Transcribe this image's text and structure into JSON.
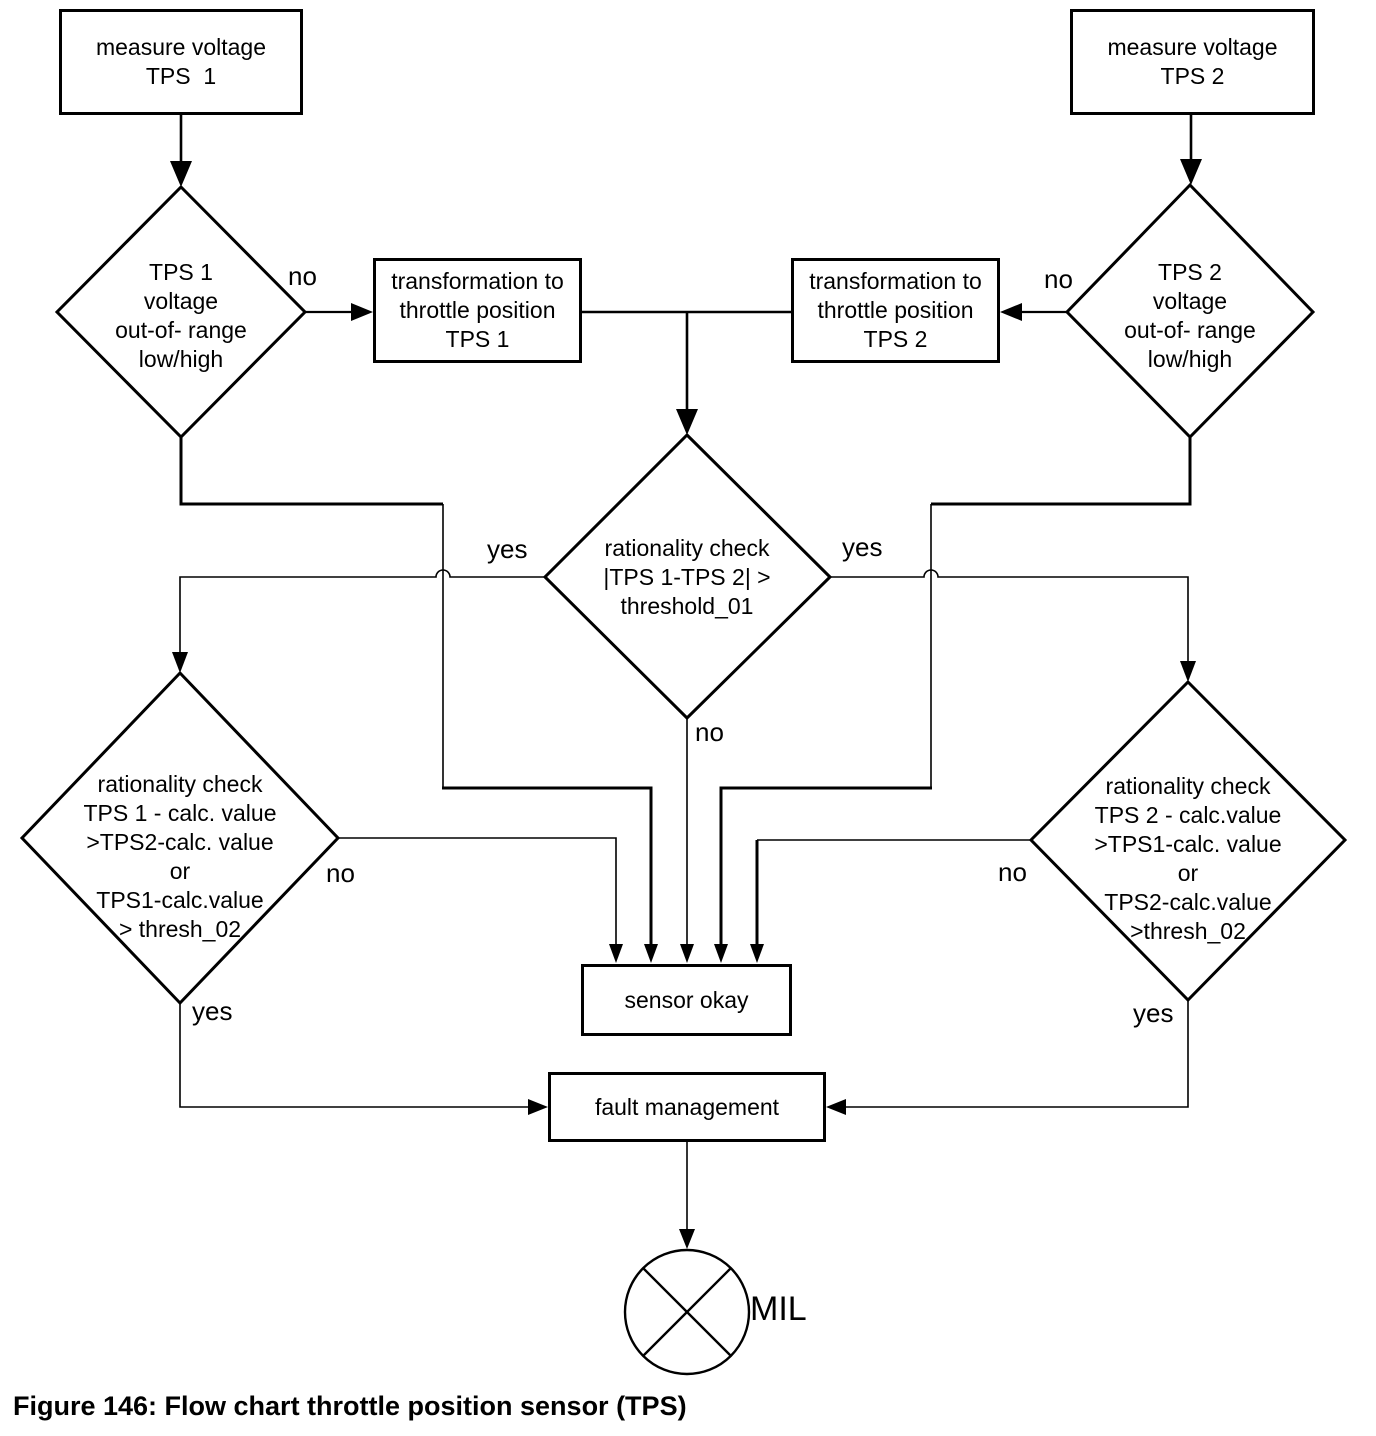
{
  "figure": {
    "caption": "Figure 146: Flow chart throttle position sensor (TPS)"
  },
  "colors": {
    "stroke": "#000000",
    "background": "#ffffff"
  },
  "icons": {
    "mil_lamp": "circle-with-diagonal-cross"
  },
  "nodes": {
    "measure_tps1": {
      "label": "measure voltage\nTPS  1"
    },
    "measure_tps2": {
      "label": "measure voltage\nTPS 2"
    },
    "oor_tps1": {
      "label": "TPS 1\nvoltage\nout-of- range\nlow/high"
    },
    "oor_tps2": {
      "label": "TPS 2\nvoltage\nout-of- range\nlow/high"
    },
    "transform_tps1": {
      "label": "transformation to\nthrottle position\nTPS 1"
    },
    "transform_tps2": {
      "label": "transformation to\nthrottle position\nTPS 2"
    },
    "rationality_diff": {
      "label": "rationality check\n|TPS 1-TPS 2| >\nthreshold_01"
    },
    "rationality_tps1": {
      "label": "rationality check\nTPS 1 - calc. value\n>TPS2-calc. value\nor\nTPS1-calc.value\n> thresh_02"
    },
    "rationality_tps2": {
      "label": "rationality check\nTPS 2 - calc.value\n>TPS1-calc. value\nor\nTPS2-calc.value\n>thresh_02"
    },
    "sensor_okay": {
      "label": "sensor okay"
    },
    "fault_management": {
      "label": "fault management"
    },
    "mil": {
      "label": "MIL"
    }
  },
  "edge_labels": {
    "oor1_no": "no",
    "oor2_no": "no",
    "rat_left_yes": "yes",
    "rat_right_yes": "yes",
    "rat_no": "no",
    "rat1_no": "no",
    "rat2_no": "no",
    "rat1_yes": "yes",
    "rat2_yes": "yes"
  }
}
